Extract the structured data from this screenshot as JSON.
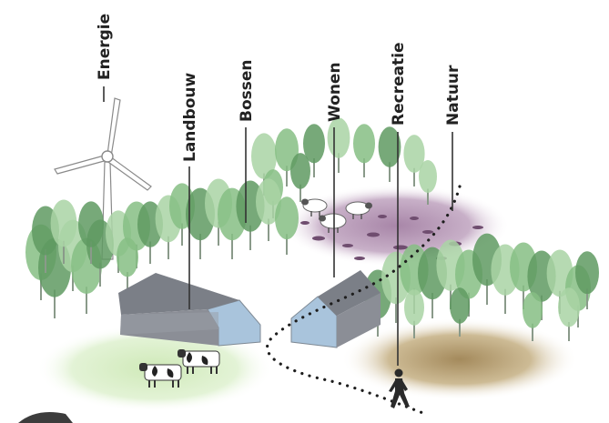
{
  "labels": {
    "energie": "Energie",
    "landbouw": "Landbouw",
    "bossen": "Bossen",
    "wonen": "Wonen",
    "recreatie": "Recreatie",
    "natuur": "Natuur"
  },
  "colors": {
    "tree_light": "#a9d3a4",
    "tree_mid": "#86be84",
    "tree_dark": "#5f9a62",
    "field_green": "#d9efc8",
    "heath_purple": "#b596b5",
    "ground_brown": "#b9a176",
    "roof_grey": "#8b8e96",
    "wall_blue": "#a9c4dc",
    "path_dark": "#1e1e1e"
  }
}
